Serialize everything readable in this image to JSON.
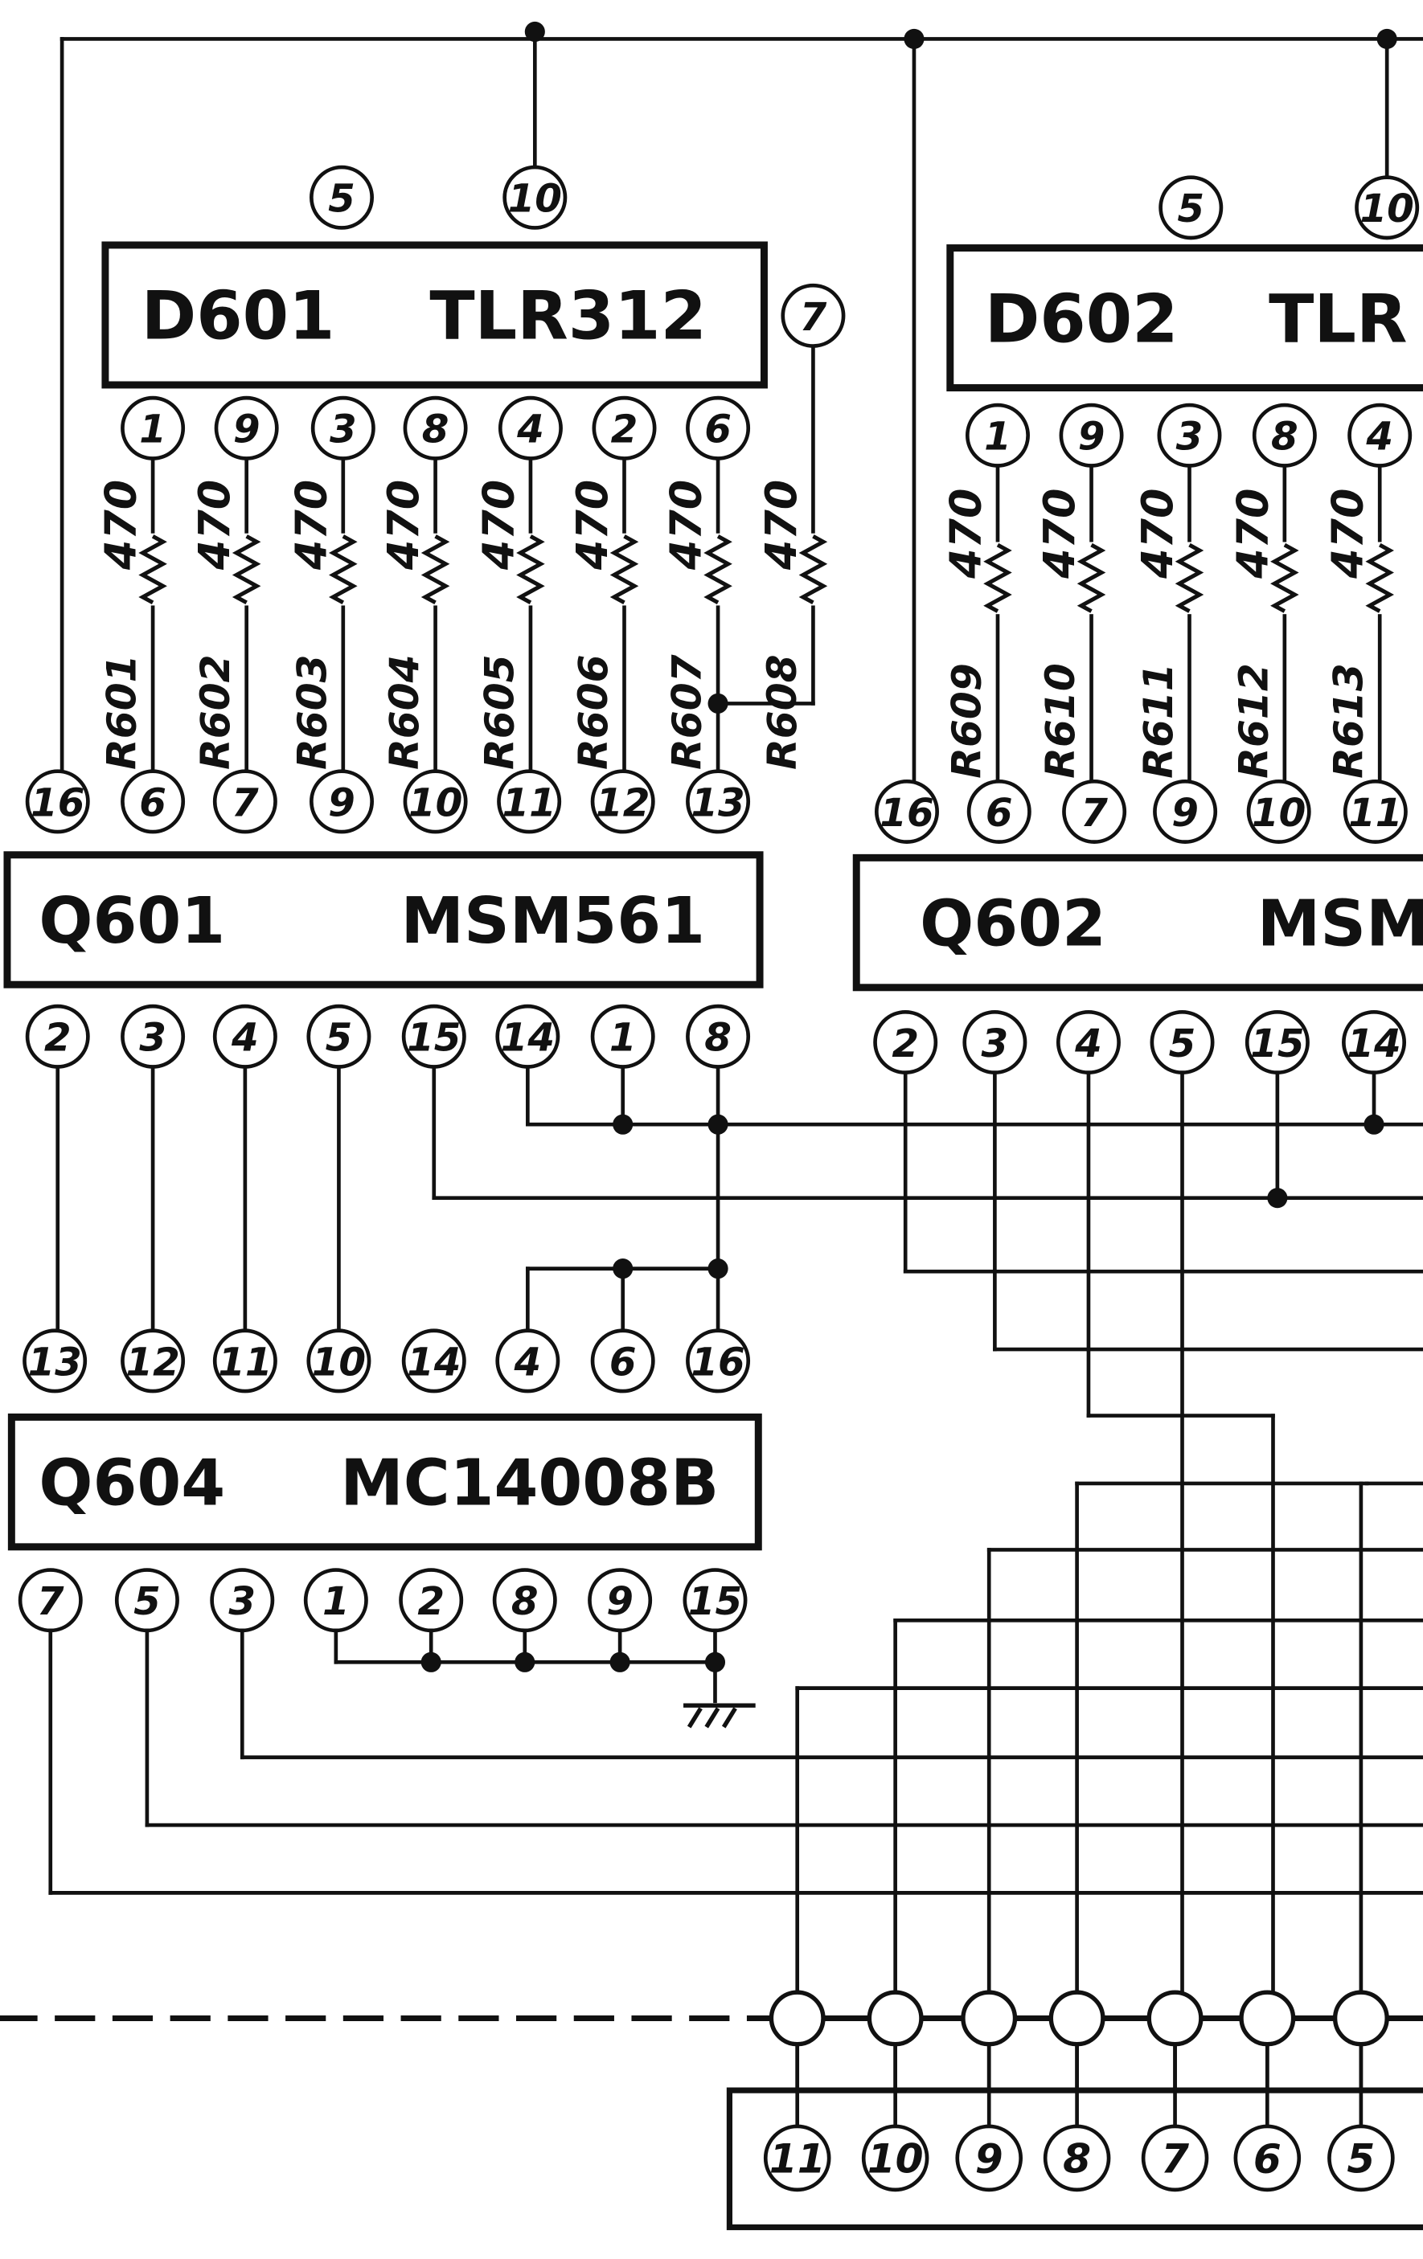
{
  "ics": [
    {
      "id": "D601",
      "ref": "D601",
      "part": "TLR312",
      "top_pins": [
        "5",
        "10"
      ],
      "side_pin": "7",
      "bottom_pins": [
        "1",
        "9",
        "3",
        "8",
        "4",
        "2",
        "6"
      ]
    },
    {
      "id": "D602",
      "ref": "D602",
      "part": "TLR",
      "top_pins": [
        "5",
        "10"
      ],
      "bottom_pins": [
        "1",
        "9",
        "3",
        "8",
        "4"
      ]
    },
    {
      "id": "Q601",
      "ref": "Q601",
      "part": "MSM561",
      "top_pins": [
        "16",
        "6",
        "7",
        "9",
        "10",
        "11",
        "12",
        "13"
      ],
      "bottom_pins": [
        "2",
        "3",
        "4",
        "5",
        "15",
        "14",
        "1",
        "8"
      ]
    },
    {
      "id": "Q602",
      "ref": "Q602",
      "part": "MSM",
      "top_pins": [
        "16",
        "6",
        "7",
        "9",
        "10",
        "11"
      ],
      "bottom_pins": [
        "2",
        "3",
        "4",
        "5",
        "15",
        "14"
      ]
    },
    {
      "id": "Q604",
      "ref": "Q604",
      "part": "MC14008B",
      "top_pins": [
        "13",
        "12",
        "11",
        "10",
        "14",
        "4",
        "6",
        "16"
      ],
      "bottom_pins": [
        "7",
        "5",
        "3",
        "1",
        "2",
        "8",
        "9",
        "15"
      ]
    }
  ],
  "resistors": [
    {
      "ref": "R601",
      "value": "470"
    },
    {
      "ref": "R602",
      "value": "470"
    },
    {
      "ref": "R603",
      "value": "470"
    },
    {
      "ref": "R604",
      "value": "470"
    },
    {
      "ref": "R605",
      "value": "470"
    },
    {
      "ref": "R606",
      "value": "470"
    },
    {
      "ref": "R607",
      "value": "470"
    },
    {
      "ref": "R608",
      "value": "470"
    },
    {
      "ref": "R609",
      "value": "470"
    },
    {
      "ref": "R610",
      "value": "470"
    },
    {
      "ref": "R611",
      "value": "470"
    },
    {
      "ref": "R612",
      "value": "470"
    },
    {
      "ref": "R613",
      "value": "470"
    }
  ],
  "connector": {
    "pins": [
      "11",
      "10",
      "9",
      "8",
      "7",
      "6",
      "5"
    ]
  },
  "colors": {
    "ink": "#111111",
    "paper": "#ffffff"
  }
}
